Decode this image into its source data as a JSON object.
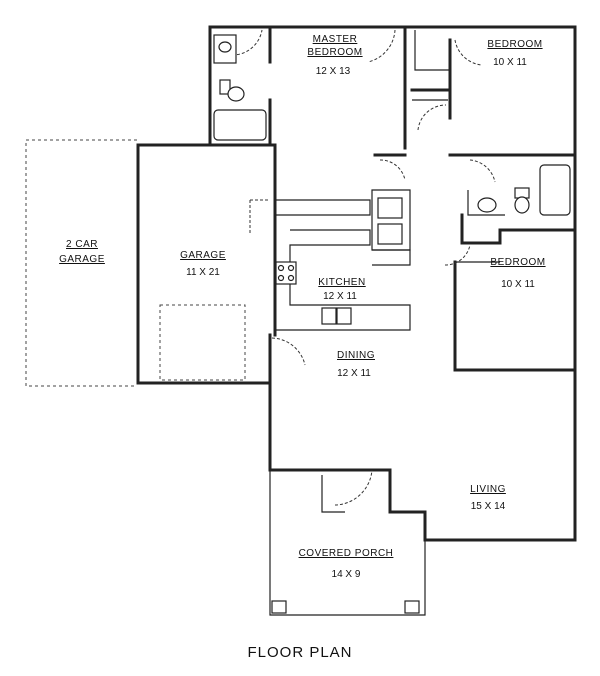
{
  "caption": "FLOOR PLAN",
  "rooms": {
    "master": {
      "name_1": "MASTER",
      "name_2": "BEDROOM",
      "dims": "12 X 13"
    },
    "bedroom_top": {
      "name": "BEDROOM",
      "dims": "10 X 11"
    },
    "bedroom_mid": {
      "name": "BEDROOM",
      "dims": "10 X 11"
    },
    "garage": {
      "name": "GARAGE",
      "dims": "11 X 21"
    },
    "optional_garage": {
      "name_1": "2 CAR",
      "name_2": "GARAGE"
    },
    "kitchen": {
      "name": "KITCHEN",
      "dims": "12 X 11"
    },
    "dining": {
      "name": "DINING",
      "dims": "12 X 11"
    },
    "living": {
      "name": "LIVING",
      "dims": "15 X 14"
    },
    "porch": {
      "name": "COVERED PORCH",
      "dims": "14 X 9"
    }
  }
}
